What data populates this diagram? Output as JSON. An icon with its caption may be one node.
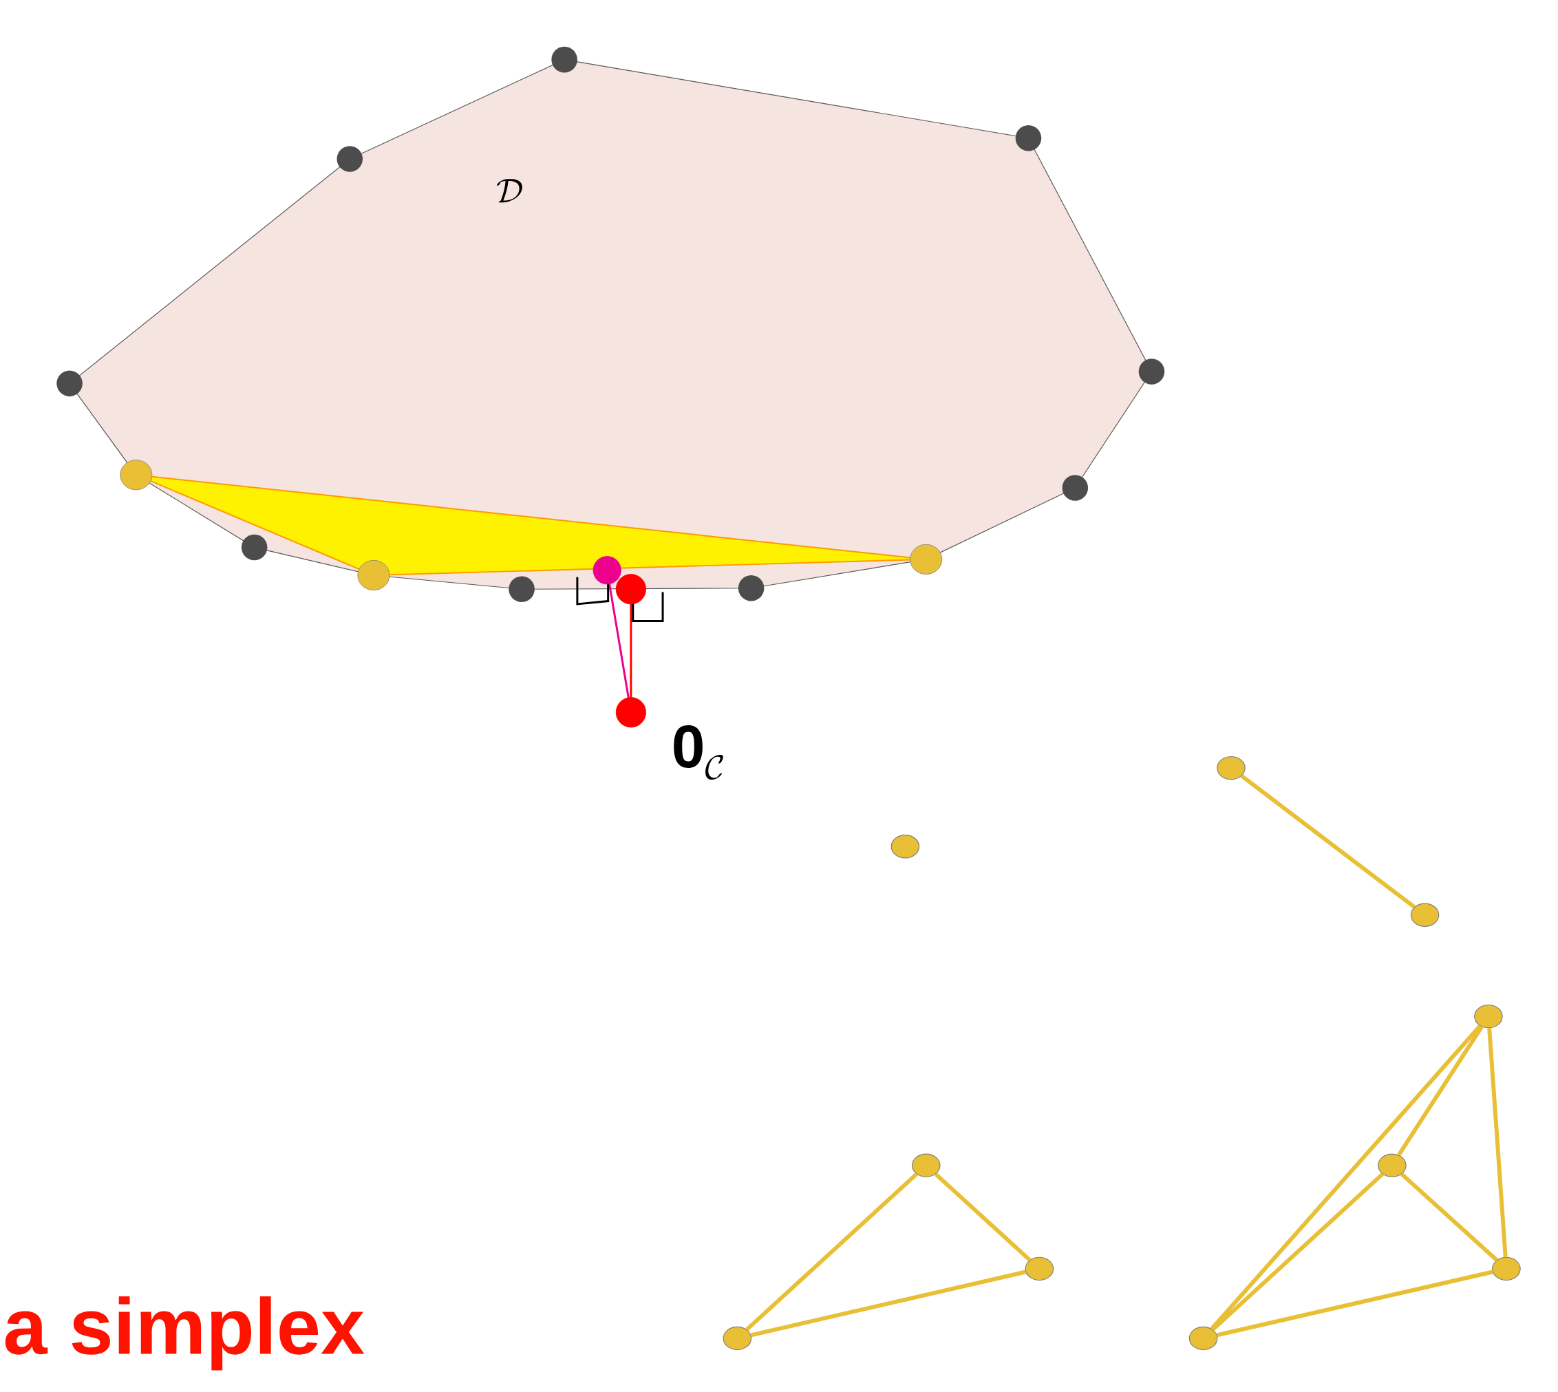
{
  "diagram": {
    "nodes": [
      {
        "text": [],
        "shape": "circle"
      },
      {
        "text": [],
        "shape": "circle"
      },
      {
        "text": [],
        "shape": "circle"
      },
      {
        "text": [],
        "shape": "circle"
      },
      {
        "text": [],
        "shape": "circle"
      },
      {
        "text": [],
        "shape": "circle"
      },
      {
        "text": [],
        "shape": "circle"
      },
      {
        "text": [],
        "shape": "circle"
      },
      {
        "text": [],
        "shape": "circle"
      },
      {
        "text": [],
        "shape": "circle"
      }
    ],
    "edges": [
      {
        "from": 1,
        "to": 2,
        "arrow": "none"
      },
      {
        "from": 3,
        "to": 4,
        "arrow": "none"
      },
      {
        "from": 4,
        "to": 5,
        "arrow": "none"
      },
      {
        "from": 5,
        "to": 3,
        "arrow": "none"
      },
      {
        "from": 6,
        "to": 7,
        "arrow": "none"
      },
      {
        "from": 6,
        "to": 8,
        "arrow": "none"
      },
      {
        "from": 6,
        "to": 9,
        "arrow": "none"
      },
      {
        "from": 7,
        "to": 8,
        "arrow": "none"
      },
      {
        "from": 7,
        "to": 9,
        "arrow": "none"
      },
      {
        "from": 8,
        "to": 9,
        "arrow": "none"
      }
    ],
    "labels": [
      "\\mathcal{D}",
      "\\mathbf{0}_{\\mathcal{C}}",
      "a simplex"
    ]
  }
}
